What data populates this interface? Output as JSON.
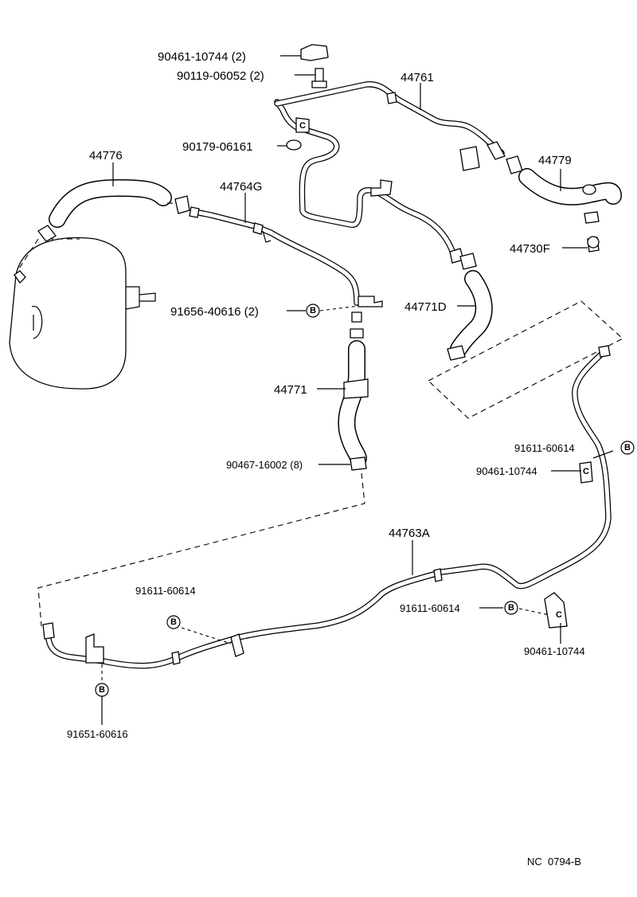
{
  "labels": {
    "p_90461_top": "90461-10744 (2)",
    "p_90119": "90119-06052 (2)",
    "p_44761": "44761",
    "p_90179": "90179-06161",
    "p_44776": "44776",
    "p_44764g": "44764G",
    "p_44779": "44779",
    "p_44730f": "44730F",
    "p_91656": "91656-40616 (2)",
    "p_44771d": "44771D",
    "p_44771": "44771",
    "p_90467": "90467-16002 (8)",
    "p_91611_r": "91611-60614",
    "p_90461_r": "90461-10744",
    "p_44763a": "44763A",
    "p_91611_l": "91611-60614",
    "p_91611_m": "91611-60614",
    "p_90461_b": "90461-10744",
    "p_91651": "91651-60616",
    "ref_code": "NC  0794-B"
  },
  "badge_letter": "B",
  "clip_letter": "C"
}
